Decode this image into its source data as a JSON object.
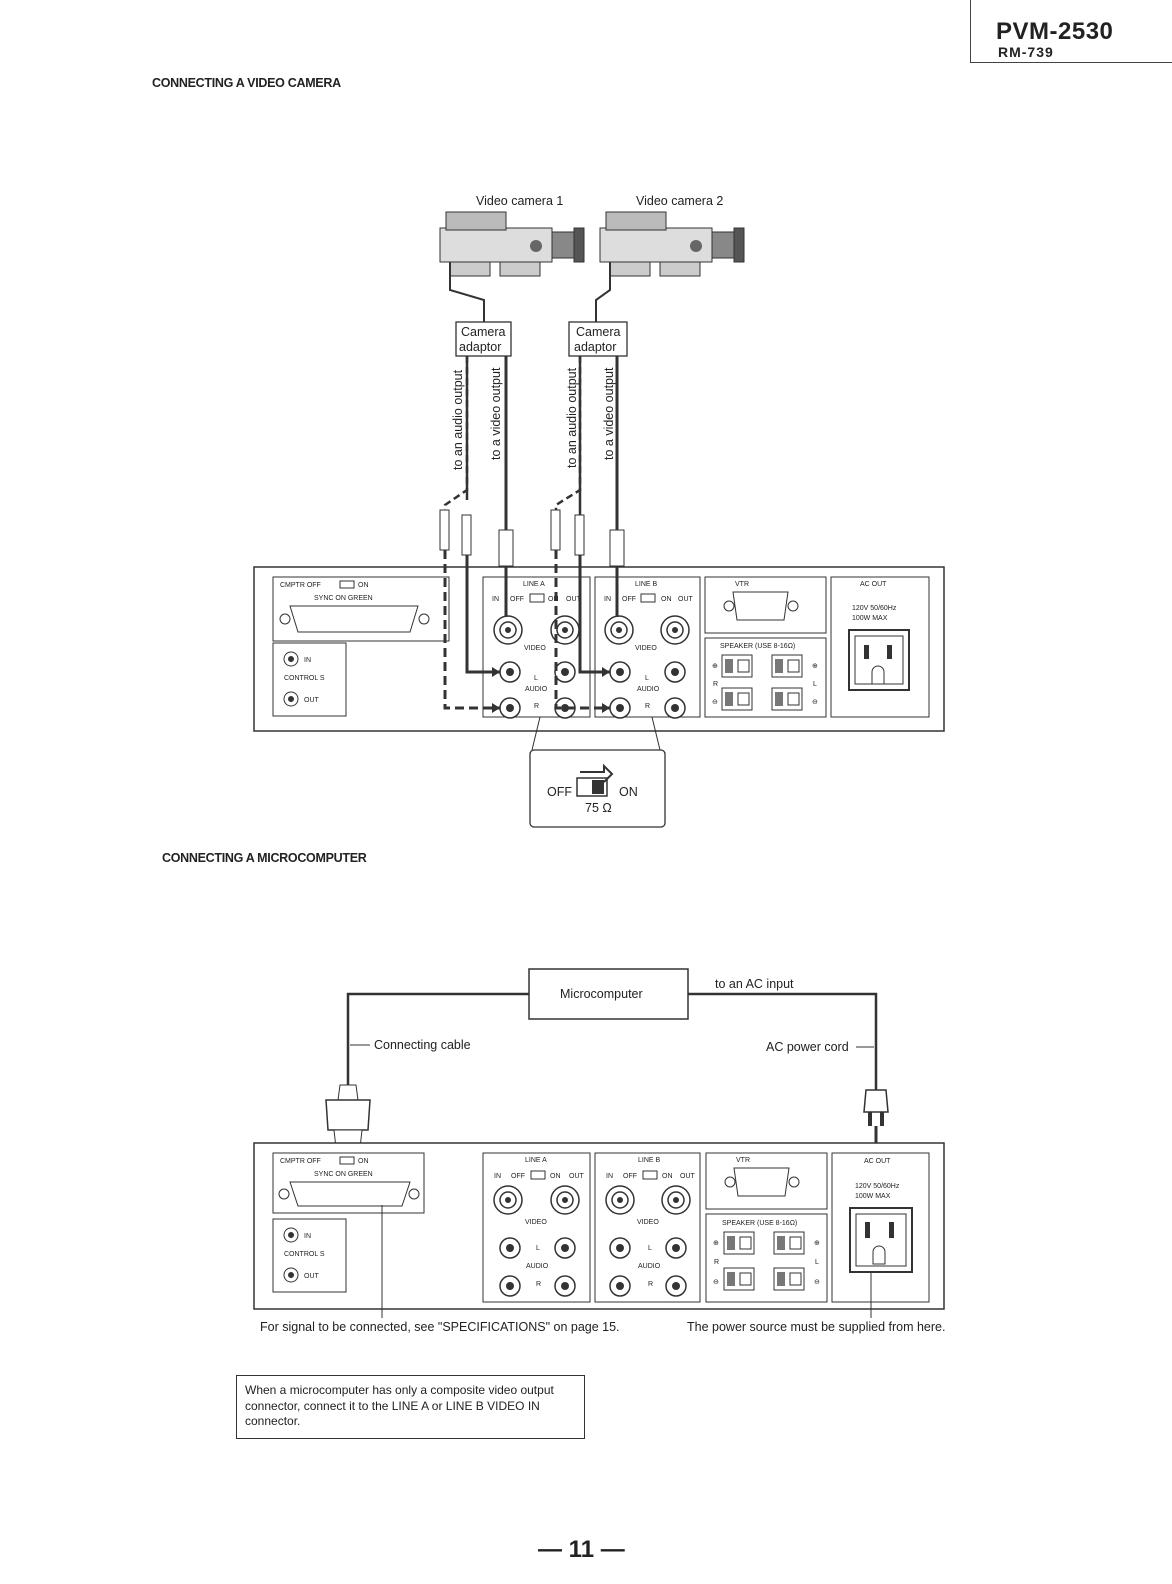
{
  "header": {
    "model": "PVM-2530",
    "sub_model": "RM-739"
  },
  "section1": {
    "title": "CONNECTING A VIDEO CAMERA",
    "camera1_label": "Video camera 1",
    "camera2_label": "Video camera 2",
    "adaptor_line1": "Camera",
    "adaptor_line2": "adaptor",
    "audio_output_label": "to an audio output",
    "video_output_label": "to a video output",
    "switch_off": "OFF",
    "switch_on": "ON",
    "termination": "75 Ω"
  },
  "panel": {
    "cmptr": "CMPTR  OFF",
    "cmptr_on": "ON",
    "sync_on_green": "SYNC ON GREEN",
    "in": "IN",
    "control_s": "CONTROL S",
    "out": "OUT",
    "line_a": "LINE A",
    "line_b": "LINE B",
    "line_in": "IN",
    "line_off": "OFF",
    "line_on": "ON",
    "line_out": "OUT",
    "video": "VIDEO",
    "audio": "AUDIO",
    "l": "L",
    "r": "R",
    "vtr": "VTR",
    "speaker": "SPEAKER (USE 8-16Ω)",
    "ac_out": "AC OUT",
    "ac_rating1": "120V 50/60Hz",
    "ac_rating2": "100W MAX"
  },
  "section2": {
    "title": "CONNECTING A MICROCOMPUTER",
    "microcomputer": "Microcomputer",
    "ac_input": "to an AC input",
    "connecting_cable": "Connecting cable",
    "ac_power_cord": "AC power cord",
    "signal_note": "For signal to be connected, see \"SPECIFICATIONS\" on page 15.",
    "power_note": "The power source must be supplied from here.",
    "info_box": "When a microcomputer has only a composite video output connector, connect it to the LINE A or LINE B VIDEO IN connector."
  },
  "footer": {
    "page_number": "— 11 —"
  }
}
